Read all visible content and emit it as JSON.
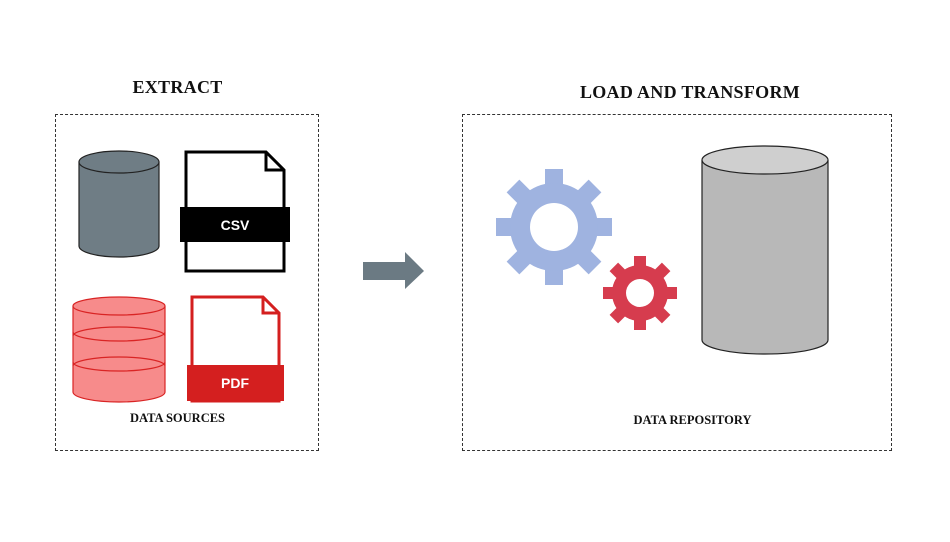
{
  "extract": {
    "title": "EXTRACT",
    "caption": "DATA SOURCES",
    "icons": {
      "db_single": "database-icon",
      "db_stacked": "stacked-database-icon",
      "csv": {
        "icon": "csv-file-icon",
        "label": "CSV"
      },
      "pdf": {
        "icon": "pdf-file-icon",
        "label": "PDF"
      }
    }
  },
  "flow": {
    "icon": "right-arrow-icon"
  },
  "load_transform": {
    "title": "LOAD AND TRANSFORM",
    "caption": "DATA REPOSITORY",
    "icons": {
      "gear_large": "gear-icon",
      "gear_small": "gear-icon",
      "repository": "database-icon"
    }
  },
  "colors": {
    "db_single": "#6f7d85",
    "db_stacked_fill": "#f78b8b",
    "db_stacked_stroke": "#d92424",
    "pdf_red": "#d41f1f",
    "csv_black": "#000000",
    "gear_large": "#9fb3e0",
    "gear_small": "#d63c4e",
    "repository": "#b8b8b8",
    "arrow": "#6b7a83"
  }
}
